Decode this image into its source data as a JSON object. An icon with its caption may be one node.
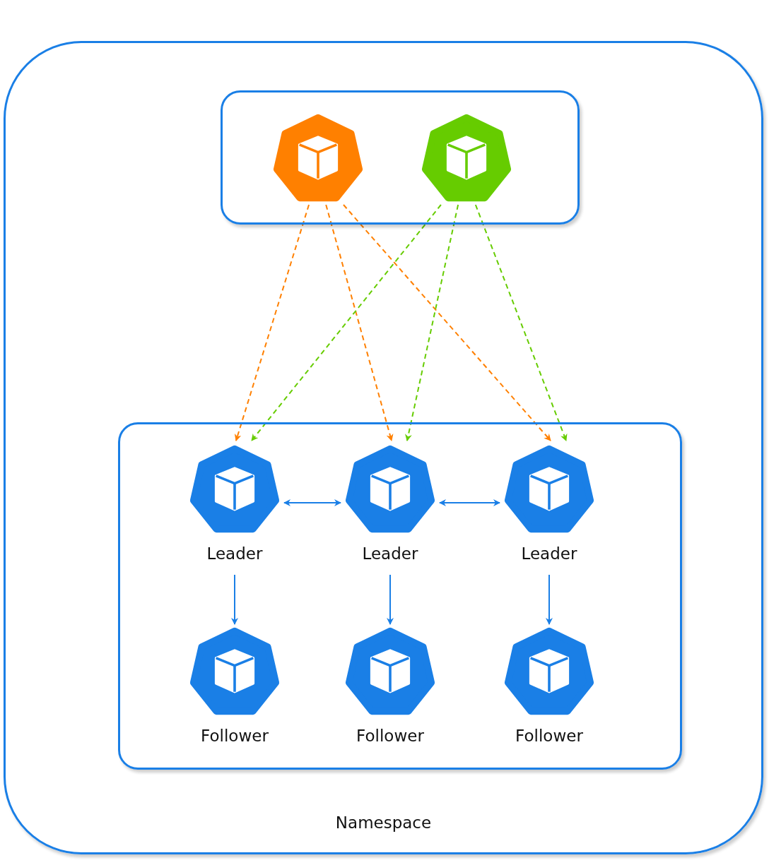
{
  "diagram": {
    "nodes": [
      {
        "text": [
          "Namespace"
        ]
      },
      {
        "text": [],
        "shape": "box",
        "in": 0
      },
      {
        "text": [],
        "shape": "heptagon",
        "in": 1
      },
      {
        "text": [],
        "shape": "heptagon",
        "in": 1
      },
      {
        "text": [],
        "shape": "box",
        "in": 0
      },
      {
        "text": [
          "Leader"
        ],
        "in": 4
      },
      {
        "text": [
          "Leader"
        ],
        "in": 4
      },
      {
        "text": [
          "Leader"
        ],
        "in": 4
      },
      {
        "text": [
          "Follower"
        ],
        "in": 4
      },
      {
        "text": [
          "Follower"
        ],
        "in": 4
      },
      {
        "text": [
          "Follower"
        ],
        "in": 4
      }
    ],
    "edges": [
      {
        "from": 2,
        "to": 5,
        "arrow": "to",
        "style": "dashed",
        "color": "#ff8000"
      },
      {
        "from": 2,
        "to": 6,
        "arrow": "to",
        "style": "dashed",
        "color": "#ff8000"
      },
      {
        "from": 2,
        "to": 7,
        "arrow": "to",
        "style": "dashed",
        "color": "#ff8000"
      },
      {
        "from": 3,
        "to": 5,
        "arrow": "to",
        "style": "dashed",
        "color": "#66cc00"
      },
      {
        "from": 3,
        "to": 6,
        "arrow": "to",
        "style": "dashed",
        "color": "#66cc00"
      },
      {
        "from": 3,
        "to": 7,
        "arrow": "to",
        "style": "dashed",
        "color": "#66cc00"
      },
      {
        "from": 5,
        "to": 6,
        "arrow": "both"
      },
      {
        "from": 6,
        "to": 7,
        "arrow": "both"
      },
      {
        "from": 5,
        "to": 8,
        "arrow": "to"
      },
      {
        "from": 6,
        "to": 9,
        "arrow": "to"
      },
      {
        "from": 7,
        "to": 10,
        "arrow": "to"
      }
    ]
  }
}
